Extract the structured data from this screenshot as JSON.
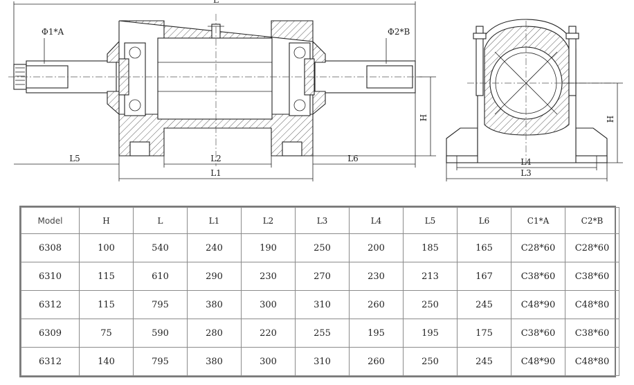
{
  "drawing": {
    "front_labels": {
      "L": "L",
      "phi1": "Φ1*A",
      "phi2": "Φ2*B",
      "L5": "L5",
      "L2": "L2",
      "L6": "L6",
      "L1": "L1",
      "H": "H"
    },
    "side_labels": {
      "H": "H",
      "L4": "L4",
      "L3": "L3"
    }
  },
  "table": {
    "headers": [
      "Model",
      "H",
      "L",
      "L1",
      "L2",
      "L3",
      "L4",
      "L5",
      "L6",
      "Ⅽ1*A",
      "Ⅽ2*B"
    ],
    "rows": [
      [
        "6308",
        "100",
        "540",
        "240",
        "190",
        "250",
        "200",
        "185",
        "165",
        "Ⅽ28*60",
        "Ⅽ28*60"
      ],
      [
        "6310",
        "115",
        "610",
        "290",
        "230",
        "270",
        "230",
        "213",
        "167",
        "Ⅽ38*60",
        "Ⅽ38*60"
      ],
      [
        "6312",
        "115",
        "795",
        "380",
        "300",
        "310",
        "260",
        "250",
        "245",
        "Ⅽ48*90",
        "Ⅽ48*80"
      ],
      [
        "6309",
        "75",
        "590",
        "280",
        "220",
        "255",
        "195",
        "195",
        "175",
        "Ⅽ38*60",
        "Ⅽ38*60"
      ],
      [
        "6312",
        "140",
        "795",
        "380",
        "300",
        "310",
        "260",
        "250",
        "245",
        "Ⅽ48*90",
        "Ⅽ48*80"
      ]
    ]
  }
}
